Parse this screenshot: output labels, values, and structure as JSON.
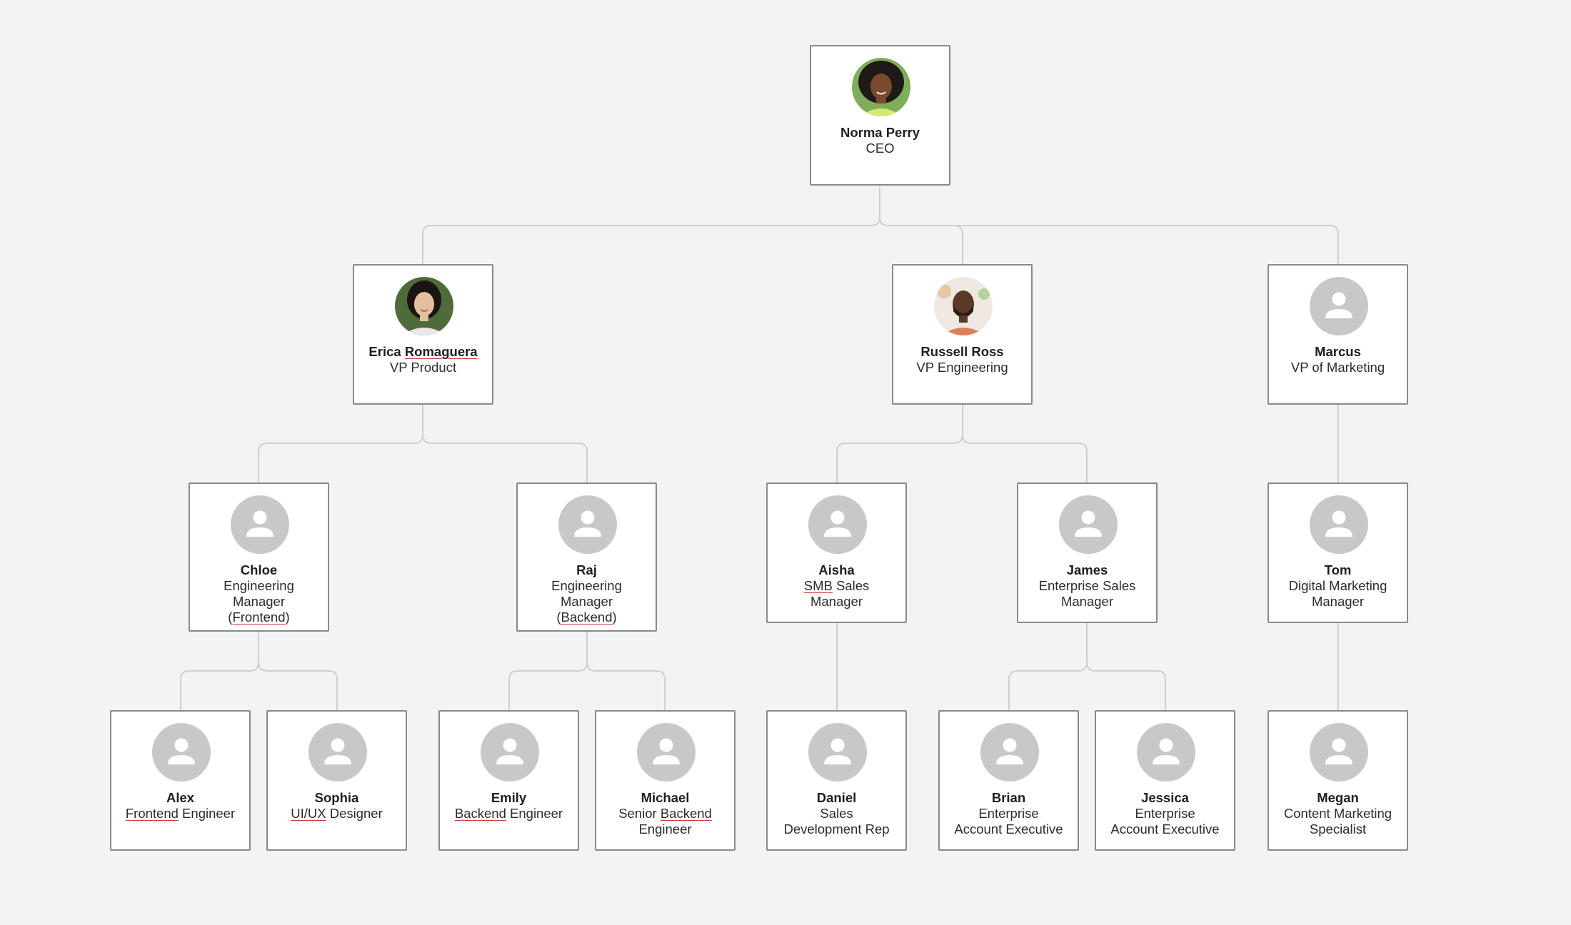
{
  "org_chart": {
    "people": [
      {
        "id": "norma",
        "name": "Norma Perry",
        "role": "CEO",
        "avatar": "photo-woman-curly-hair"
      },
      {
        "id": "erica",
        "name": "Erica Romaguera",
        "role": "VP Product",
        "avatar": "photo-woman-dark-hair"
      },
      {
        "id": "russell",
        "name": "Russell Ross",
        "role": "VP Engineering",
        "avatar": "photo-man-beard"
      },
      {
        "id": "marcus",
        "name": "Marcus",
        "role": "VP of Marketing",
        "avatar": "person-icon"
      },
      {
        "id": "chloe",
        "name": "Chloe",
        "role": "Engineering Manager (Frontend)",
        "avatar": "person-icon"
      },
      {
        "id": "raj",
        "name": "Raj",
        "role": "Engineering Manager (Backend)",
        "avatar": "person-icon"
      },
      {
        "id": "aisha",
        "name": "Aisha",
        "role": "SMB Sales Manager",
        "avatar": "person-icon"
      },
      {
        "id": "james",
        "name": "James",
        "role": "Enterprise Sales Manager",
        "avatar": "person-icon"
      },
      {
        "id": "tom",
        "name": "Tom",
        "role": "Digital Marketing Manager",
        "avatar": "person-icon"
      },
      {
        "id": "alex",
        "name": "Alex",
        "role": "Frontend Engineer",
        "avatar": "person-icon"
      },
      {
        "id": "sophia",
        "name": "Sophia",
        "role": "UI/UX Designer",
        "avatar": "person-icon"
      },
      {
        "id": "emily",
        "name": "Emily",
        "role": "Backend Engineer",
        "avatar": "person-icon"
      },
      {
        "id": "michael",
        "name": "Michael",
        "role": "Senior Backend Engineer",
        "avatar": "person-icon"
      },
      {
        "id": "daniel",
        "name": "Daniel",
        "role": "Sales Development Rep",
        "avatar": "person-icon"
      },
      {
        "id": "brian",
        "name": "Brian",
        "role": "Enterprise Account Executive",
        "avatar": "person-icon"
      },
      {
        "id": "jessica",
        "name": "Jessica",
        "role": "Enterprise Account Executive",
        "avatar": "person-icon"
      },
      {
        "id": "megan",
        "name": "Megan",
        "role": "Content Marketing Specialist",
        "avatar": "person-icon"
      }
    ],
    "reports_to": {
      "erica": "norma",
      "russell": "norma",
      "marcus": "norma",
      "chloe": "erica",
      "raj": "erica",
      "aisha": "russell",
      "james": "russell",
      "tom": "marcus",
      "alex": "chloe",
      "sophia": "chloe",
      "emily": "raj",
      "michael": "raj",
      "daniel": "aisha",
      "brian": "james",
      "jessica": "james",
      "megan": "tom"
    }
  },
  "colors": {
    "background": "#f2f3f5",
    "card": "#ffffff",
    "card_border": "#8a8a8a",
    "connector": "#cfcfcf",
    "placeholder_avatar": "#c8c8c8",
    "spellcheck_underline": "#d23a3a"
  }
}
